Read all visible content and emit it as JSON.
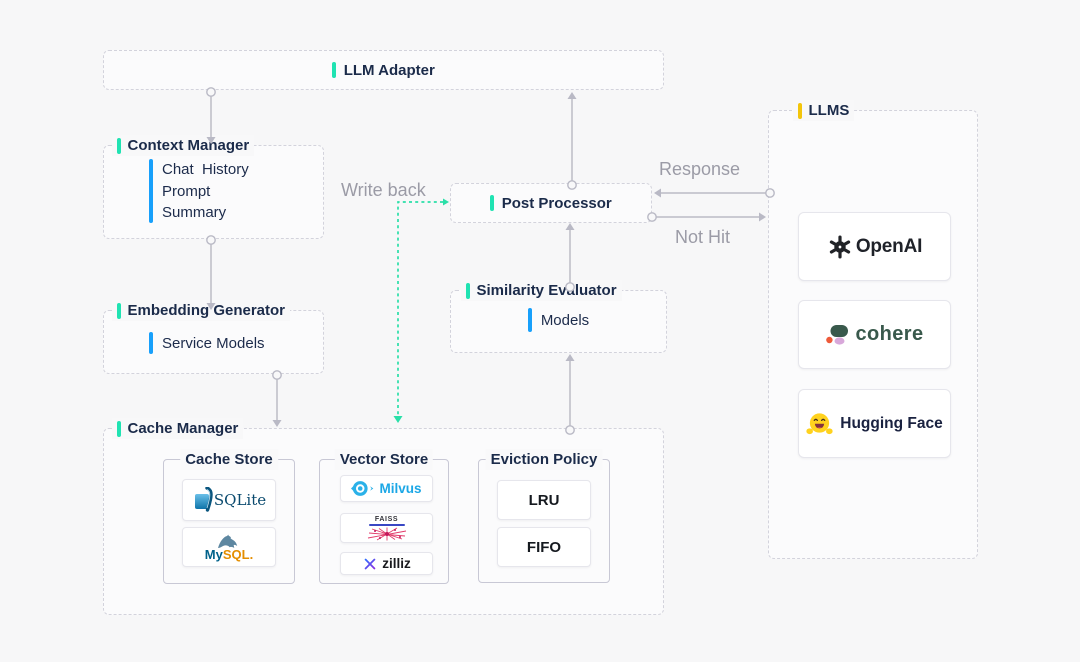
{
  "colors": {
    "accent_teal": "#20e3b2",
    "accent_blue": "#18a0fb",
    "accent_yellow": "#f3c50b",
    "arrow_gray": "#b9b9c5",
    "arrow_green": "#2adfa8",
    "text_navy": "#1b2b4a",
    "label_gray": "#9b9ba6"
  },
  "nodes": {
    "llm_adapter": {
      "title": "LLM Adapter"
    },
    "context_manager": {
      "title": "Context Manager",
      "item1": "Chat  History",
      "item2": "Prompt",
      "item3": "Summary"
    },
    "embedding_generator": {
      "title": "Embedding Generator",
      "subtitle": "Service Models"
    },
    "post_processor": {
      "title": "Post Processor"
    },
    "similarity_evaluator": {
      "title": "Similarity Evaluator",
      "subtitle": "Models"
    },
    "cache_manager": {
      "title": "Cache Manager",
      "cache_store": {
        "title": "Cache Store",
        "sqlite": "SQLite",
        "mysql_my": "My",
        "mysql_sql": "SQL",
        "mysql_dot": "."
      },
      "vector_store": {
        "title": "Vector Store",
        "milvus": "Milvus",
        "faiss": "FAISS",
        "zilliz": "zilliz"
      },
      "eviction_policy": {
        "title": "Eviction Policy",
        "lru": "LRU",
        "fifo": "FIFO"
      }
    },
    "llms": {
      "title": "LLMS",
      "openai": "OpenAI",
      "cohere": "cohere",
      "huggingface": "Hugging Face"
    }
  },
  "edges": {
    "write_back": "Write back",
    "response": "Response",
    "not_hit": "Not Hit"
  }
}
